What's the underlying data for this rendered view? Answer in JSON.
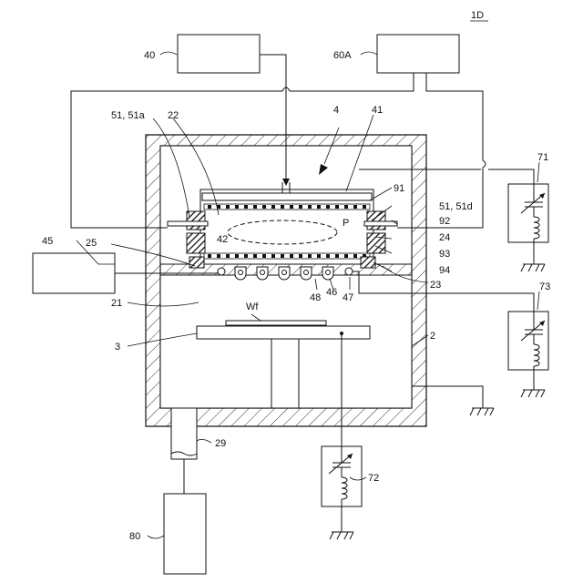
{
  "figure_id": "1D",
  "labels": {
    "l40": "40",
    "l60a": "60A",
    "l4": "4",
    "l41": "41",
    "l51_51a": "51, 51a",
    "l22": "22",
    "l71": "71",
    "l91": "91",
    "l51_51d": "51, 51d",
    "lP": "P",
    "l92": "92",
    "l45": "45",
    "l42": "42",
    "l24": "24",
    "l25": "25",
    "l93": "93",
    "l94": "94",
    "l73": "73",
    "l21": "21",
    "lWf": "Wf",
    "l48": "48",
    "l46": "46",
    "l47": "47",
    "l23": "23",
    "l3": "3",
    "l2": "2",
    "l29": "29",
    "l72": "72",
    "l80": "80"
  }
}
